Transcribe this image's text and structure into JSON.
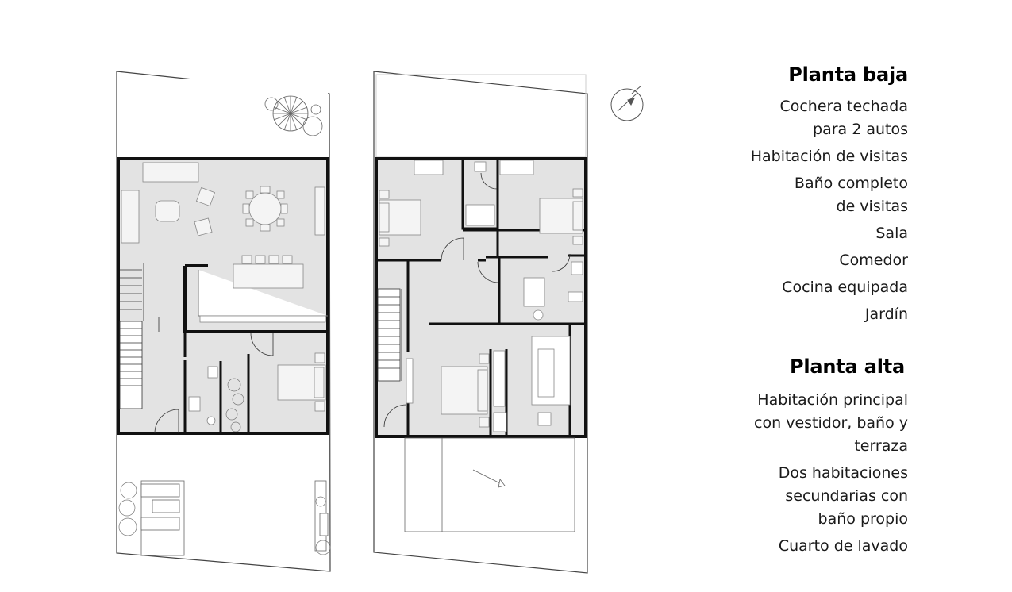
{
  "legend": {
    "ground_floor": {
      "title": "Planta baja",
      "items": [
        "Cochera techada\npara 2 autos",
        "Habitación de visitas",
        "Baño completo \nde visitas",
        "Sala",
        "Comedor",
        "Cocina equipada",
        "Jardín"
      ]
    },
    "upper_floor": {
      "title": "Planta alta",
      "items": [
        "Habitación principal\ncon vestidor, baño y\nterraza",
        "Dos habitaciones\nsecundarias con\nbaño propio",
        "Cuarto de lavado"
      ]
    }
  },
  "colors": {
    "wall": "#111111",
    "room_fill": "#e3e3e3",
    "outline": "#555555",
    "furniture": "#f4f4f4"
  },
  "icons": [
    "north-arrow-icon",
    "stair-icon",
    "tree-icon",
    "plant-icon"
  ]
}
